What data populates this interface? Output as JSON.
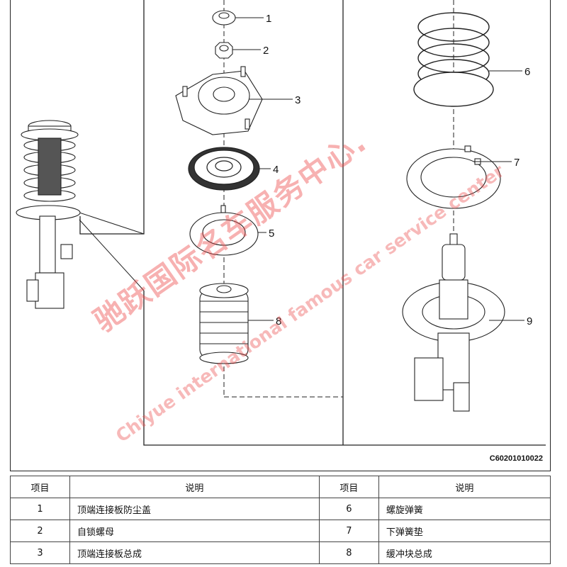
{
  "figure_code": "C60201010022",
  "watermark": {
    "cn": "驰跃国际名车服务中心.",
    "en": "Chiyue international famous car service center"
  },
  "callouts": [
    "1",
    "2",
    "3",
    "4",
    "5",
    "6",
    "7",
    "8",
    "9"
  ],
  "table": {
    "headers": {
      "item": "项目",
      "desc": "说明"
    },
    "rows": [
      {
        "left_num": "1",
        "left_desc": "顶端连接板防尘盖",
        "right_num": "6",
        "right_desc": "螺旋弹簧"
      },
      {
        "left_num": "2",
        "left_desc": "自锁螺母",
        "right_num": "7",
        "right_desc": "下弹簧垫"
      },
      {
        "left_num": "3",
        "left_desc": "顶端连接板总成",
        "right_num": "8",
        "right_desc": "缓冲块总成"
      }
    ]
  }
}
